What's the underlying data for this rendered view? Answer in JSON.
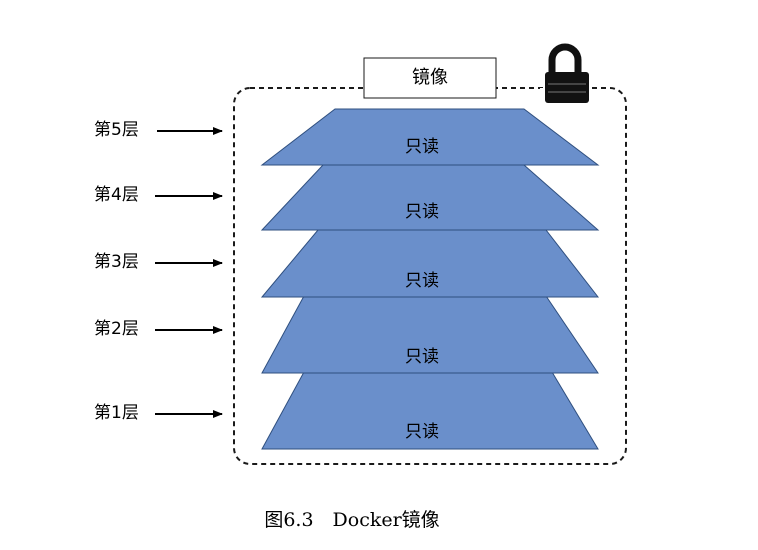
{
  "container": {
    "label": "镜像",
    "lock_icon": "lock-icon"
  },
  "layers": [
    {
      "side_label": "第5层",
      "text": "只读"
    },
    {
      "side_label": "第4层",
      "text": "只读"
    },
    {
      "side_label": "第3层",
      "text": "只读"
    },
    {
      "side_label": "第2层",
      "text": "只读"
    },
    {
      "side_label": "第1层",
      "text": "只读"
    }
  ],
  "caption": "图6.3　Docker镜像",
  "colors": {
    "layer_fill": "#6a8fcb",
    "layer_stroke": "#2f4f7f",
    "border": "#1a1a1a"
  }
}
